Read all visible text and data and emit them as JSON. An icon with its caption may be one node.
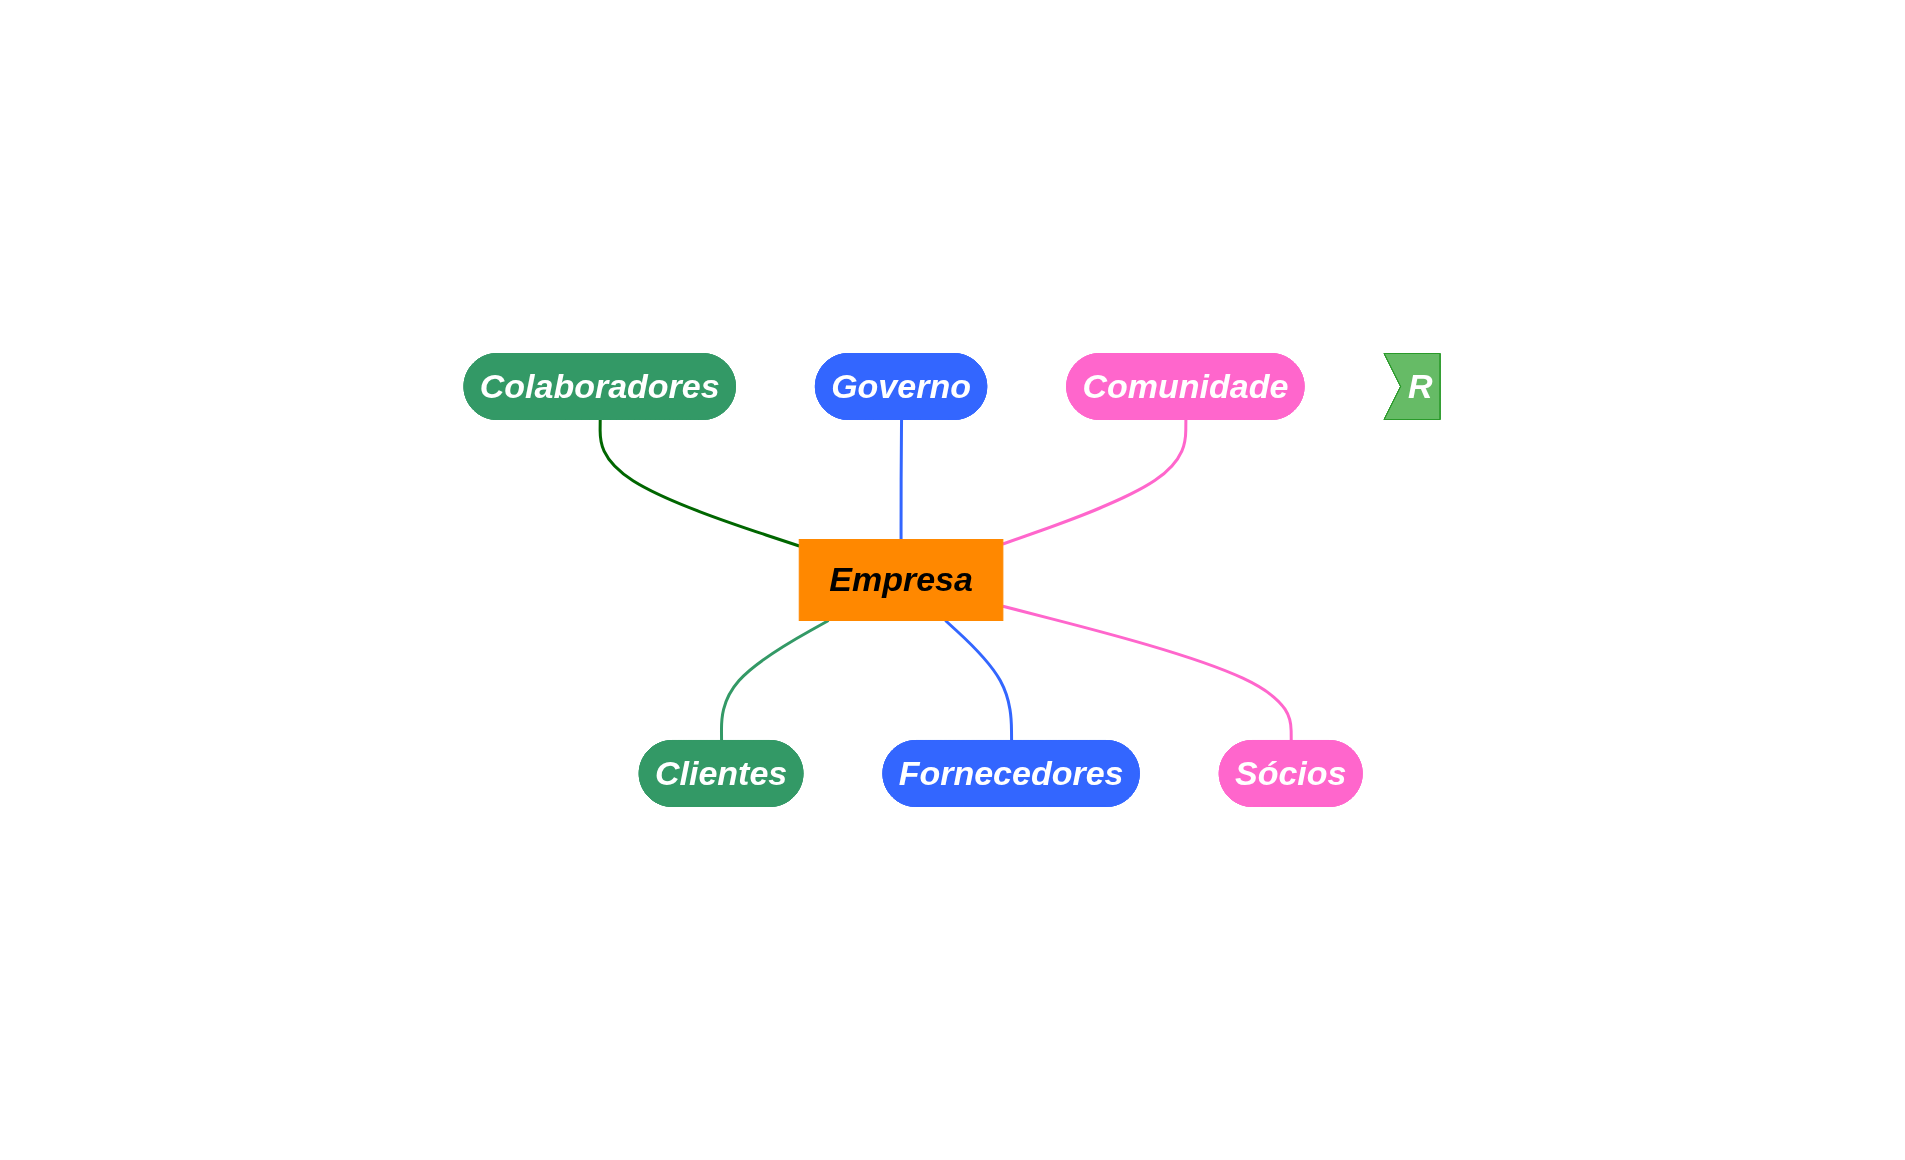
{
  "diagram": {
    "nodes": [
      {
        "text": [
          "Colaboradores"
        ]
      },
      {
        "text": [
          "Governo"
        ]
      },
      {
        "text": [
          "Comunidade"
        ]
      },
      {
        "text": [
          "Empresa"
        ]
      },
      {
        "text": [
          "R"
        ]
      },
      {
        "text": [
          "Clientes"
        ]
      },
      {
        "text": [
          "Fornecedores"
        ]
      },
      {
        "text": [
          "Sócios"
        ]
      }
    ],
    "edges": [
      {
        "from": 0,
        "to": 3,
        "arrow": "none",
        "color": "#006600"
      },
      {
        "from": 1,
        "to": 3,
        "arrow": "none",
        "color": "#3366ff"
      },
      {
        "from": 2,
        "to": 3,
        "arrow": "none",
        "color": "#ff66cc"
      },
      {
        "from": 3,
        "to": 5,
        "arrow": "none",
        "color": "#339966"
      },
      {
        "from": 3,
        "to": 6,
        "arrow": "none",
        "color": "#3366ff"
      },
      {
        "from": 3,
        "to": 7,
        "arrow": "none",
        "color": "#ff66cc"
      }
    ]
  }
}
